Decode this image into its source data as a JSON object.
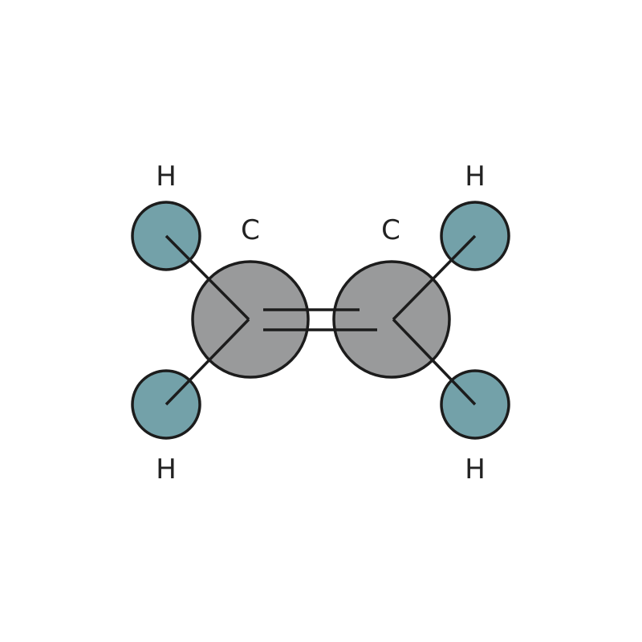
{
  "molecule": {
    "atoms": [
      {
        "id": "c1",
        "symbol": "C",
        "kind": "carbon"
      },
      {
        "id": "c2",
        "symbol": "C",
        "kind": "carbon"
      },
      {
        "id": "h1",
        "symbol": "H",
        "kind": "hydrogen"
      },
      {
        "id": "h2",
        "symbol": "H",
        "kind": "hydrogen"
      },
      {
        "id": "h3",
        "symbol": "H",
        "kind": "hydrogen"
      },
      {
        "id": "h4",
        "symbol": "H",
        "kind": "hydrogen"
      }
    ],
    "bonds": [
      {
        "from": "c1",
        "to": "c2",
        "order": 2
      },
      {
        "from": "c1",
        "to": "h1",
        "order": 1
      },
      {
        "from": "c1",
        "to": "h2",
        "order": 1
      },
      {
        "from": "c2",
        "to": "h3",
        "order": 1
      },
      {
        "from": "c2",
        "to": "h4",
        "order": 1
      }
    ]
  },
  "colors": {
    "carbon_fill": "#999a9b",
    "hydrogen_fill": "#73a1a9",
    "outline": "#1c1c1c",
    "label": "#222222",
    "background": "#ffffff"
  }
}
